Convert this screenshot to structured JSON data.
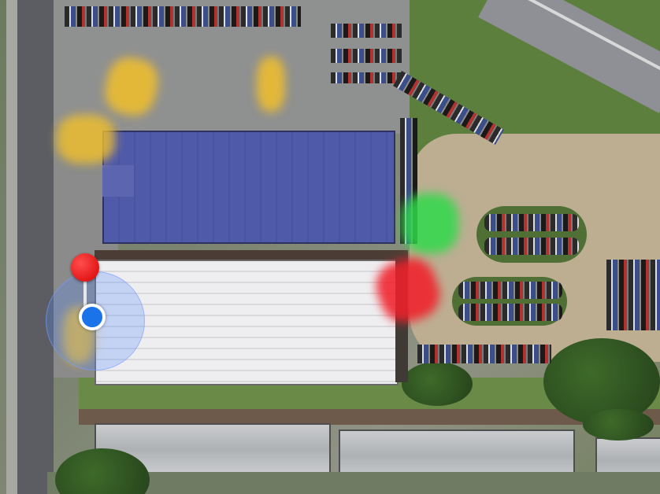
{
  "map": {
    "view": "satellite",
    "colors": {
      "zone_yellow": "#f2c02a",
      "zone_green": "#2fd94a",
      "zone_red": "#f0202a",
      "location_blue": "#1a73e8",
      "pin_red": "#e00000",
      "roof_blue": "#4f5aa8"
    },
    "zones": [
      {
        "id": "yellow-1",
        "color": "yellow"
      },
      {
        "id": "yellow-2",
        "color": "yellow"
      },
      {
        "id": "yellow-3",
        "color": "yellow"
      },
      {
        "id": "yellow-4",
        "color": "yellow"
      },
      {
        "id": "green-1",
        "color": "green"
      },
      {
        "id": "red-1",
        "color": "red"
      }
    ],
    "markers": {
      "current_location": "blue-location-dot",
      "destination": "red-map-pin"
    }
  }
}
